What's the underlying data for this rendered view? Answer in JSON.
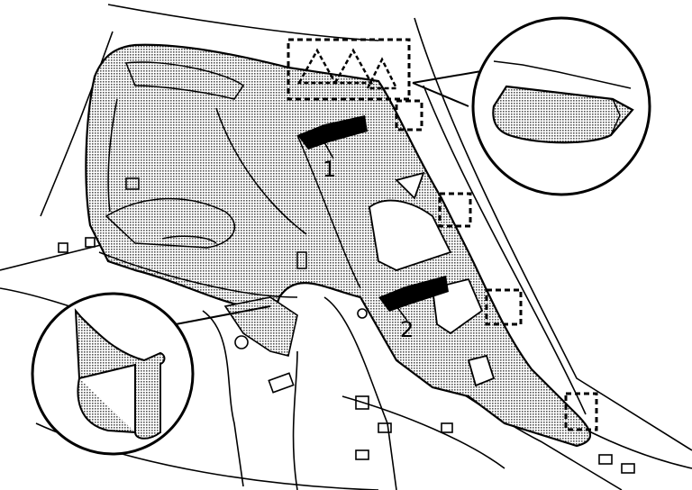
{
  "diagram": {
    "steps": [
      {
        "number": "1",
        "action": "pull"
      },
      {
        "number": "2",
        "action": "pull"
      }
    ],
    "clip_markers": [
      "clip-top",
      "clip-mid-upper",
      "clip-mid-lower",
      "clip-bottom"
    ],
    "detail_views": [
      "clip-detail-top-right",
      "clip-detail-bottom-left"
    ],
    "colors": {
      "line": "#000000",
      "fill_pattern": "#9a9a9a",
      "background": "#ffffff"
    }
  }
}
